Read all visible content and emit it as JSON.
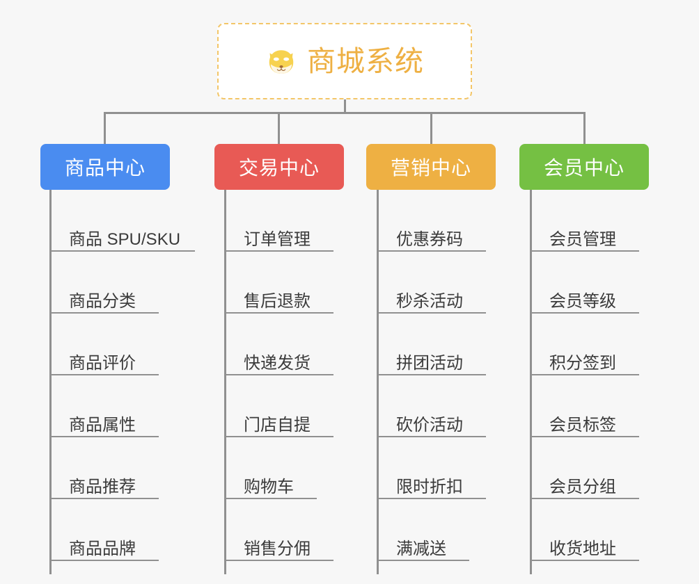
{
  "diagram": {
    "title": "商城系统",
    "root_icon": "shiba-dog-face-icon",
    "colors": {
      "background": "#f7f7f7",
      "root_border": "#f3c668",
      "root_text": "#eeb043",
      "connector": "#909090",
      "leaf_text": "#3b3b3b",
      "product_center": "#4a8cf0",
      "trade_center": "#e85a55",
      "marketing_center": "#eeb043",
      "member_center": "#75c043"
    },
    "branches": [
      {
        "label": "商品中心",
        "color": "#4a8cf0",
        "items": [
          "商品 SPU/SKU",
          "商品分类",
          "商品评价",
          "商品属性",
          "商品推荐",
          "商品品牌"
        ]
      },
      {
        "label": "交易中心",
        "color": "#e85a55",
        "items": [
          "订单管理",
          "售后退款",
          "快递发货",
          "门店自提",
          "购物车",
          "销售分佣"
        ]
      },
      {
        "label": "营销中心",
        "color": "#eeb043",
        "items": [
          "优惠券码",
          "秒杀活动",
          "拼团活动",
          "砍价活动",
          "限时折扣",
          "满减送"
        ]
      },
      {
        "label": "会员中心",
        "color": "#75c043",
        "items": [
          "会员管理",
          "会员等级",
          "积分签到",
          "会员标签",
          "会员分组",
          "收货地址"
        ]
      }
    ]
  }
}
